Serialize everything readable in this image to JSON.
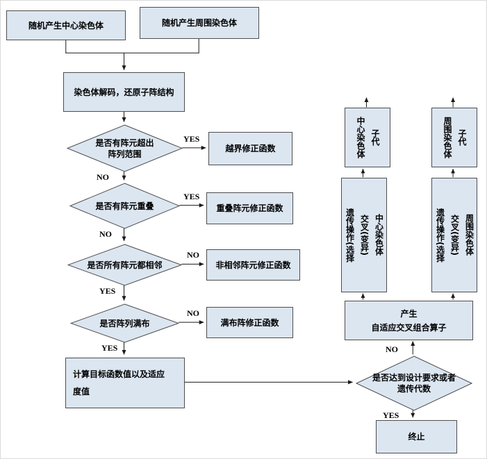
{
  "flowchart": {
    "colors": {
      "node_fill": "#dce6f1",
      "node_border": "#4d4d4d",
      "connector": "#1a1a1a",
      "text": "#000000",
      "background": "#ffffff"
    },
    "branch_labels": {
      "yes": "YES",
      "no": "NO"
    },
    "nodes": {
      "random_center": {
        "label": "随机产生中心染色体"
      },
      "random_around": {
        "label": "随机产生周围染色体"
      },
      "decode": {
        "label": "染色体解码，还原子阵结构"
      },
      "check_out_of_range": {
        "label": "是否有阵元超出\n阵列范围"
      },
      "fix_boundary": {
        "label": "越界修正函数"
      },
      "check_overlap": {
        "label": "是否有阵元重叠"
      },
      "fix_overlap": {
        "label": "重叠阵元修正函数"
      },
      "check_adjacent": {
        "label": "是否所有阵元都相邻"
      },
      "fix_nonadjacent": {
        "label": "非相邻阵元修正函数"
      },
      "check_full": {
        "label": "是否阵列满布"
      },
      "fix_full": {
        "label": "满布阵修正函数"
      },
      "compute_fitness": {
        "label": "计算目标函数值以及适应\n度值"
      },
      "check_requirement": {
        "label": "是否达到设计要求或者\n遗传代数"
      },
      "generate_operator": {
        "label": "产生\n自适应交叉组合算子"
      },
      "genetic_center": {
        "label": "遗传操作(选择\n交叉(变异)\n中心染色体"
      },
      "genetic_around": {
        "label": "遗传操作(选择\n交叉(变异)\n周围染色体"
      },
      "offspring_center": {
        "label": "中心染色体\n子代"
      },
      "offspring_around": {
        "label": "周围染色体\n子代"
      },
      "terminate": {
        "label": "终止"
      }
    }
  }
}
